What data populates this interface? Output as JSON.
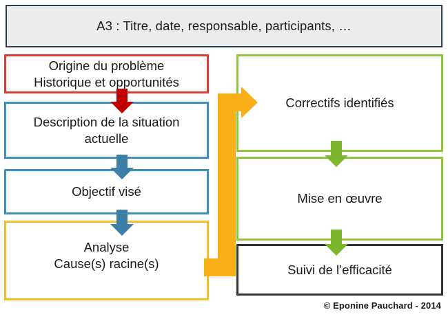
{
  "header": {
    "title": "A3 : Titre, date, responsable, participants, …"
  },
  "left_column": {
    "boxes": [
      {
        "id": "origine",
        "label": "Origine du problème\nHistorique et opportunités",
        "border_color": "#e03a34"
      },
      {
        "id": "description",
        "label": "Description de la situation\nactuelle",
        "border_color": "#3d92bd"
      },
      {
        "id": "objectif",
        "label": "Objectif visé",
        "border_color": "#3d92bd"
      },
      {
        "id": "analyse",
        "label": "Analyse\nCause(s) racine(s)",
        "border_color": "#f5bf26"
      }
    ]
  },
  "right_column": {
    "boxes": [
      {
        "id": "correctifs",
        "label": "Correctifs identifiés",
        "border_color": "#8ec63f"
      },
      {
        "id": "mise",
        "label": "Mise en œuvre",
        "border_color": "#8ec63f"
      },
      {
        "id": "suivi",
        "label": "Suivi de l’efficacité",
        "border_color": "#333333"
      }
    ]
  },
  "connectors": [
    {
      "id": "red-down",
      "from": "origine",
      "to": "description",
      "color": "#c00000",
      "direction": "down"
    },
    {
      "id": "blue-down-1",
      "from": "description",
      "to": "objectif",
      "color": "#3d7fa6",
      "direction": "down"
    },
    {
      "id": "blue-down-2",
      "from": "objectif",
      "to": "analyse",
      "color": "#3d7fa6",
      "direction": "down"
    },
    {
      "id": "orange-elbow",
      "from": "analyse",
      "to": "correctifs",
      "color": "#f9b018",
      "direction": "up-right"
    },
    {
      "id": "green-down-1",
      "from": "correctifs",
      "to": "mise",
      "color": "#7cb62c",
      "direction": "down"
    },
    {
      "id": "green-down-2",
      "from": "mise",
      "to": "suivi",
      "color": "#7cb62c",
      "direction": "down"
    }
  ],
  "credit": {
    "text": "© Eponine Pauchard - 2014"
  },
  "colors": {
    "header_border": "#2c3e56",
    "header_fill": "#ebedeb",
    "red": "#e03a34",
    "blue": "#3d92bd",
    "yellow": "#f5bf26",
    "green": "#8ec63f",
    "black": "#333333",
    "orange_arrow": "#f9b018",
    "page_background": "#ffffff",
    "text": "#1a1a1a"
  }
}
